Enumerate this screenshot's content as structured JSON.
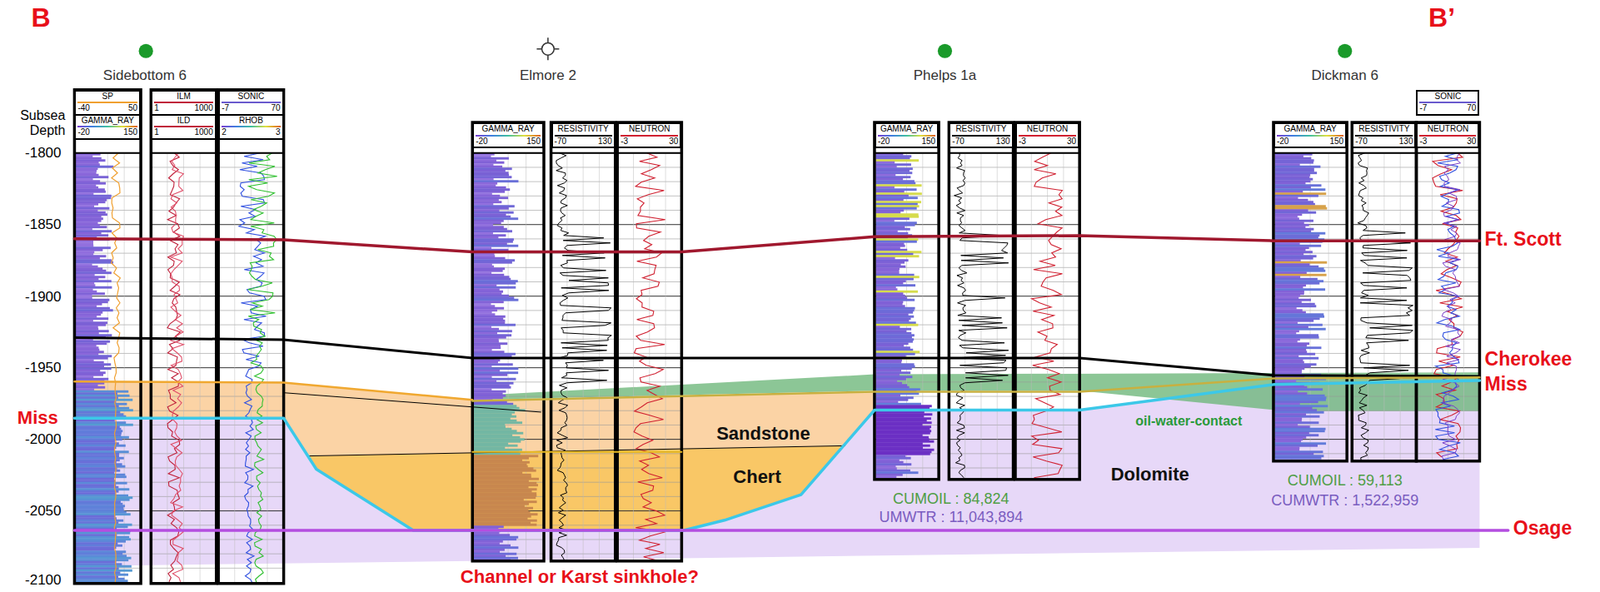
{
  "diagram": {
    "nodes": [
      {
        "text": [
          "SP",
          "-40",
          "50"
        ]
      },
      {
        "text": [
          "GAMMA_RAY",
          "-20",
          "150"
        ]
      },
      {
        "text": [
          "ILM",
          "1",
          "1000"
        ]
      },
      {
        "text": [
          "ILD",
          "1",
          "1000"
        ]
      },
      {
        "text": [
          "SONIC",
          "-7",
          "70"
        ]
      },
      {
        "text": [
          "RHOB",
          "2",
          "3"
        ]
      },
      {
        "text": [
          "GAMMA_RAY",
          "-20",
          "150"
        ]
      },
      {
        "text": [
          "RESISTIVITY",
          "-70",
          "130"
        ]
      },
      {
        "text": [
          "NEUTRON",
          "-3",
          "30"
        ]
      },
      {
        "text": [
          "GAMMA_RAY",
          "-20",
          "150"
        ]
      },
      {
        "text": [
          "RESISTIVITY",
          "-70",
          "130"
        ]
      },
      {
        "text": [
          "NEUTRON",
          "-3",
          "30"
        ]
      },
      {
        "text": [
          "GAMMA_RAY",
          "-20",
          "150"
        ]
      },
      {
        "text": [
          "RESISTIVITY",
          "-70",
          "130"
        ]
      },
      {
        "text": [
          "NEUTRON",
          "-3",
          "30"
        ]
      },
      {
        "text": [
          "SONIC",
          "-7",
          "70"
        ]
      }
    ],
    "labels": [
      "B",
      "B’",
      "Sidebottom 6",
      "Elmore 2",
      "Phelps 1a",
      "Dickman 6",
      "Subsea Depth",
      "-1800",
      "-1850",
      "-1900",
      "-1950",
      "-2000",
      "-2050",
      "-2100",
      "Ft. Scott",
      "Cherokee",
      "Miss",
      "Osage",
      "Miss",
      "Sandstone",
      "Chert",
      "Dolomite",
      "oil-water-contact",
      "Channel or Karst sinkhole?",
      "CUMOIL : 84,824",
      "UMWTR : 11,043,894",
      "CUMOIL : 59,113",
      "CUMWTR : 1,522,959"
    ]
  }
}
